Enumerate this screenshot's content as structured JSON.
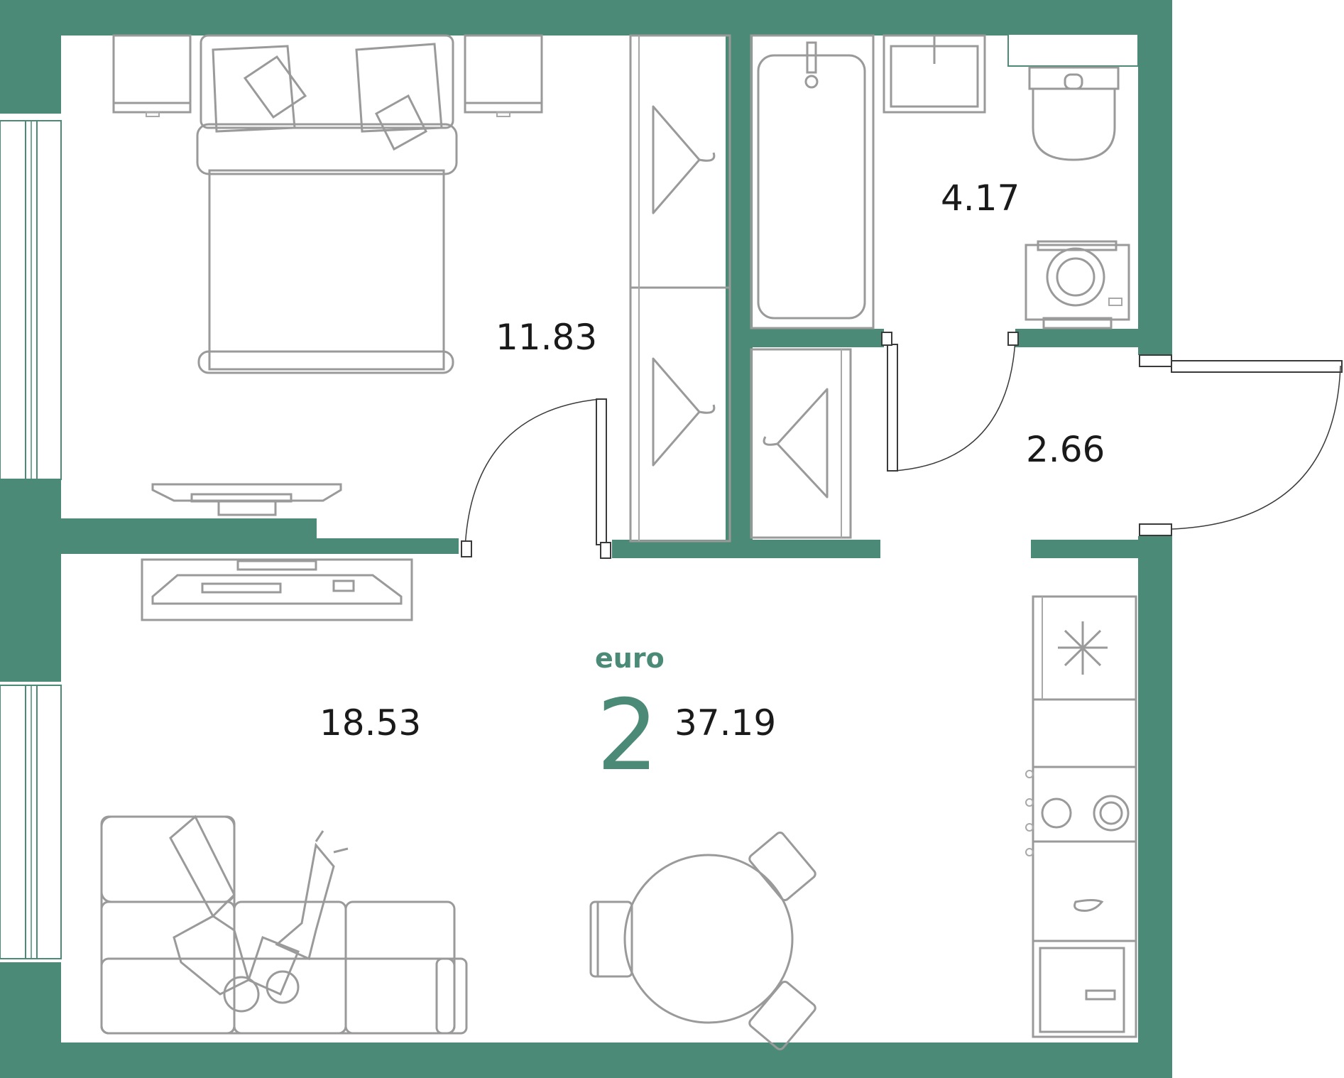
{
  "colors": {
    "wall": "#4a8a76",
    "accent": "#4a8a76",
    "text": "#1a1a1a",
    "furniture": "#9a9a9a"
  },
  "unit": {
    "type_label": "euro",
    "rooms": "2",
    "total_area": "37.19"
  },
  "rooms": {
    "bedroom": "11.83",
    "bathroom": "4.17",
    "hall": "2.66",
    "living_kitchen": "18.53"
  },
  "icons": {
    "freezer": "snowflake-icon",
    "sink": "water-drop-icon"
  }
}
